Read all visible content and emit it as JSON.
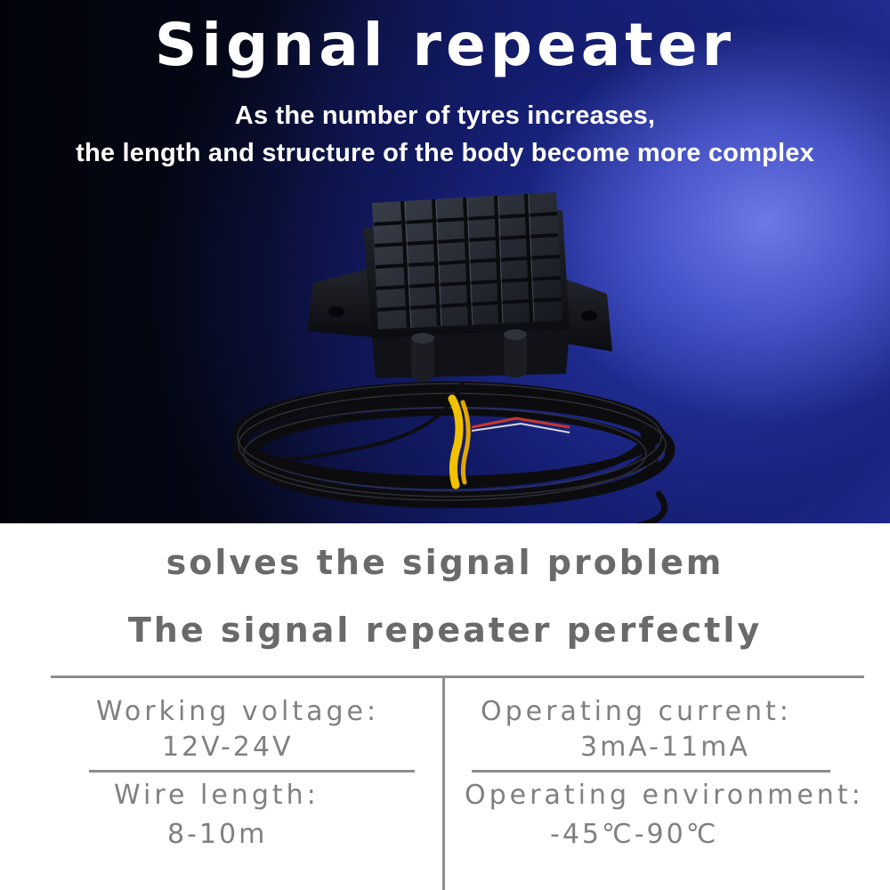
{
  "hero": {
    "title": "Signal repeater",
    "subtitle_line1": "As the number of tyres increases,",
    "subtitle_line2": "the length and structure of the body become more complex"
  },
  "tagline": {
    "line1": "solves the signal problem",
    "line2": "The signal repeater perfectly"
  },
  "specs": {
    "working_voltage": {
      "label": "Working voltage:",
      "value": "12V-24V"
    },
    "operating_current": {
      "label": "Operating current:",
      "value": "3mA-11mA"
    },
    "wire_length": {
      "label": "Wire length:",
      "value": "8-10m"
    },
    "operating_environment": {
      "label": "Operating environment:",
      "value": "-45℃-90℃"
    }
  },
  "colors": {
    "background_dark": "#02030a",
    "background_blue": "#2a36a8",
    "text_white": "#ffffff",
    "text_gray": "#6a6a6a",
    "divider": "#8d8d8d",
    "tie_yellow": "#f2c200"
  }
}
